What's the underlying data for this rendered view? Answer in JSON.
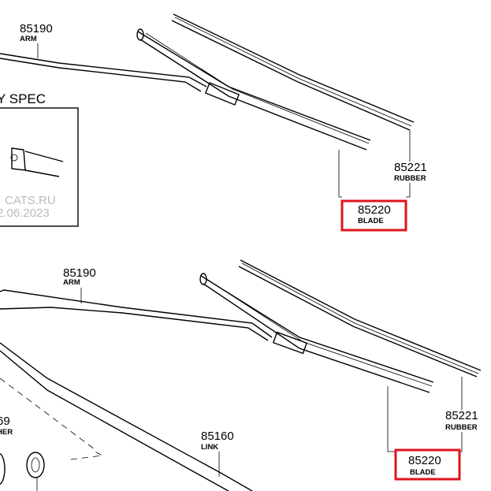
{
  "top": {
    "arm": {
      "number": "85190",
      "name": "ARM"
    },
    "spec_title": "Y SPEC",
    "watermark": {
      "line1": "CATS.RU",
      "line2": "2.06.2023"
    },
    "rubber": {
      "number": "85221",
      "name": "RUBBER"
    },
    "blade": {
      "number": "85220",
      "name": "BLADE"
    }
  },
  "bottom": {
    "arm": {
      "number": "85190",
      "name": "ARM"
    },
    "washer": {
      "number": "69",
      "name": "HER"
    },
    "link": {
      "number": "85160",
      "name": "LINK"
    },
    "rubber": {
      "number": "85221",
      "name": "RUBBER"
    },
    "blade": {
      "number": "85220",
      "name": "BLADE"
    }
  },
  "colors": {
    "highlight": "#e0141e",
    "watermark": "#bbbbbb"
  }
}
